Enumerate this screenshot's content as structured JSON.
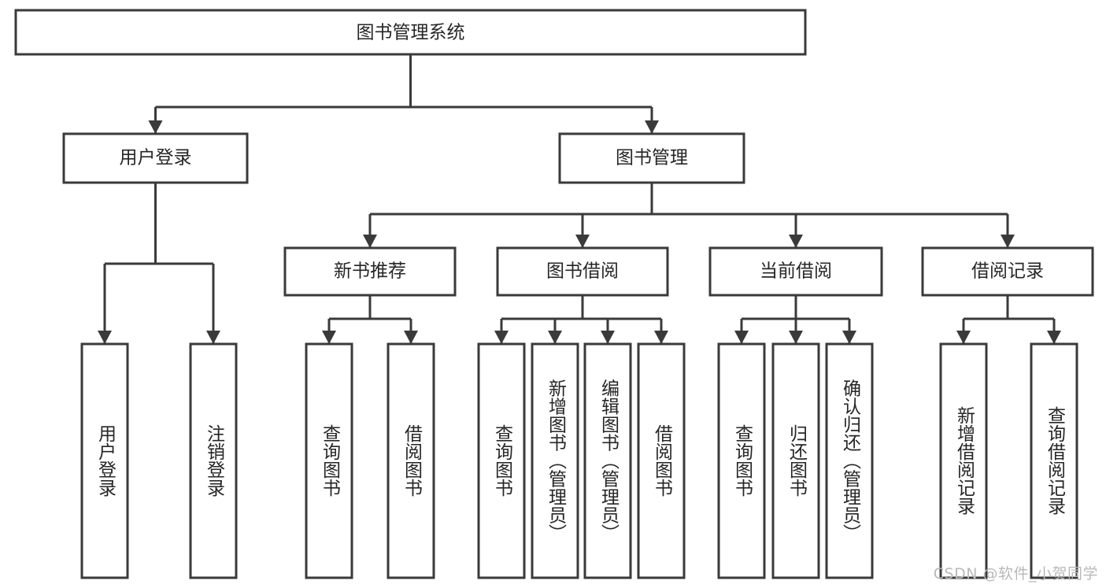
{
  "diagram": {
    "type": "tree",
    "title": "图书管理系统",
    "orientation": "top-down",
    "watermark": "CSDN @软件_小贺同学",
    "colors": {
      "box_stroke": "#3a3a3a",
      "box_fill": "#ffffff",
      "connector": "#3a3a3a",
      "text": "#262626",
      "watermark": "#b9b9b9",
      "background": "#ffffff"
    },
    "level1": [
      {
        "id": "root",
        "label": "图书管理系统"
      }
    ],
    "level2": [
      {
        "id": "user-login",
        "label": "用户登录"
      },
      {
        "id": "book-manage",
        "label": "图书管理"
      }
    ],
    "level3": [
      {
        "id": "new-book-recommend",
        "label": "新书推荐"
      },
      {
        "id": "book-borrow",
        "label": "图书借阅"
      },
      {
        "id": "current-borrow",
        "label": "当前借阅"
      },
      {
        "id": "borrow-record",
        "label": "借阅记录"
      }
    ],
    "leaves": {
      "user_login": [
        {
          "id": "leaf-user-login",
          "label": "用户登录"
        },
        {
          "id": "leaf-logout-login",
          "label": "注销登录"
        }
      ],
      "new_book_recommend": [
        {
          "id": "leaf-query-book-1",
          "label": "查询图书"
        },
        {
          "id": "leaf-borrow-book-1",
          "label": "借阅图书"
        }
      ],
      "book_borrow": [
        {
          "id": "leaf-query-book-2",
          "label": "查询图书"
        },
        {
          "id": "leaf-add-book",
          "label": "新增图书（管理员）"
        },
        {
          "id": "leaf-edit-book",
          "label": "编辑图书（管理员）"
        },
        {
          "id": "leaf-borrow-book-2",
          "label": "借阅图书"
        }
      ],
      "current_borrow": [
        {
          "id": "leaf-query-book-3",
          "label": "查询图书"
        },
        {
          "id": "leaf-return-book",
          "label": "归还图书"
        },
        {
          "id": "leaf-confirm-return",
          "label": "确认归还（管理员）"
        }
      ],
      "borrow_record": [
        {
          "id": "leaf-add-record",
          "label": "新增借阅记录"
        },
        {
          "id": "leaf-query-record",
          "label": "查询借阅记录"
        }
      ]
    }
  }
}
